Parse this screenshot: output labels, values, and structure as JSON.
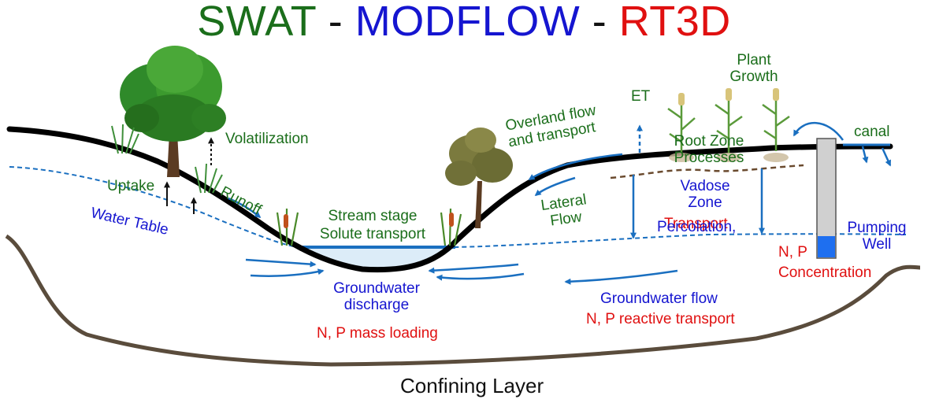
{
  "title": {
    "part1": "SWAT",
    "sep1": " - ",
    "part2": "MODFLOW",
    "sep2": " - ",
    "part3": "RT3D"
  },
  "labels": {
    "volatilization": "Volatilization",
    "uptake": "Uptake",
    "runoff": "Runoff",
    "water_table": "Water Table",
    "stream_stage": "Stream stage",
    "solute_transport": "Solute transport",
    "overland_flow": "Overland flow",
    "and_transport": "and transport",
    "et": "ET",
    "plant": "Plant",
    "growth": "Growth",
    "root_zone": "Root Zone",
    "processes": "Processes",
    "canal": "canal",
    "lateral": "Lateral",
    "flow": "Flow",
    "vadose": "Vadose",
    "zone": "Zone",
    "percolation": "Percolation,",
    "transport_overlap": "Transport",
    "pumping": "Pumping",
    "well": "Well",
    "np": "N, P",
    "concentration": "Concentration",
    "gw_discharge_1": "Groundwater",
    "gw_discharge_2": "discharge",
    "np_mass_loading": "N, P mass loading",
    "gw_flow": "Groundwater flow",
    "np_reactive": "N, P reactive transport",
    "confining_layer": "Confining Layer"
  },
  "colors": {
    "swat": "#1b6e1b",
    "modflow": "#1515d0",
    "rt3d": "#e01010",
    "arrow": "#1a6fc0",
    "ground": "#5a4c3c",
    "water": "#1a6fc0"
  }
}
